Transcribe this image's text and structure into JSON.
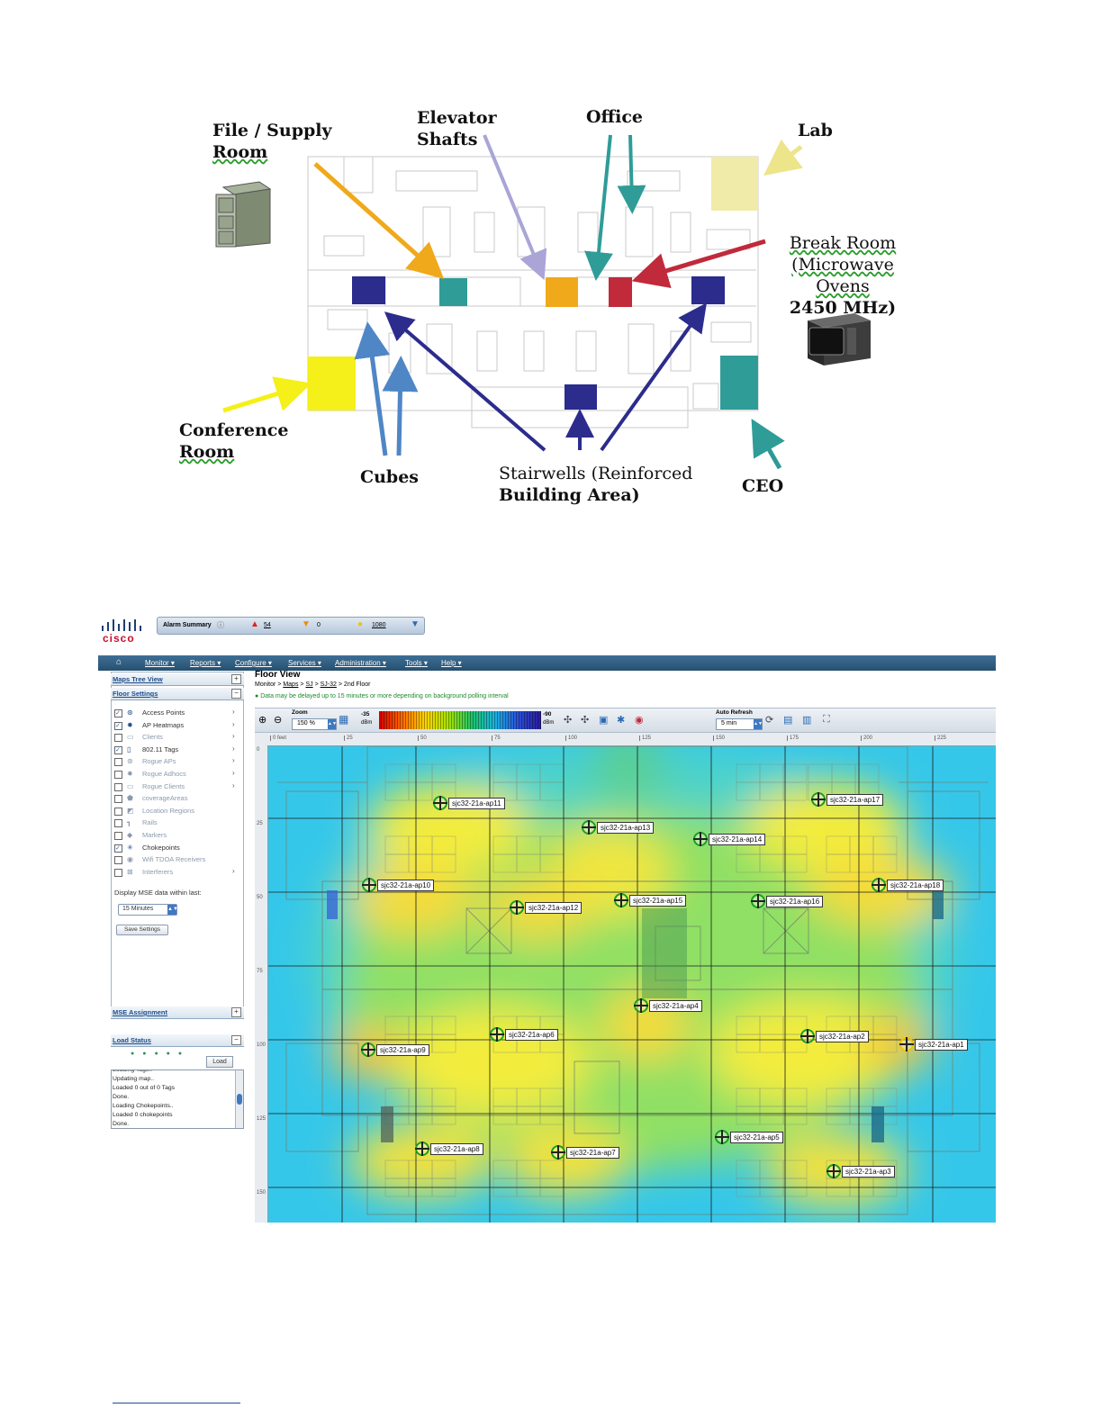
{
  "figure1": {
    "labels": {
      "file_supply": [
        "File / Supply",
        "Room"
      ],
      "elevator": [
        "Elevator",
        "Shafts"
      ],
      "office": "Office",
      "lab": "Lab",
      "break_room": [
        "Break Room",
        "(Microwave Ovens",
        "2450 MHz)"
      ],
      "conference": [
        "Conference",
        "Room"
      ],
      "cubes": "Cubes",
      "stairwells": [
        "Stairwells (Reinforced",
        "Building Area)"
      ],
      "ceo": "CEO"
    },
    "colors": {
      "file_arrow": "#f0a91a",
      "elevator_arrow": "#a9a5d6",
      "office_arrow": "#2f9c98",
      "lab_arrow": "#ece58a",
      "break_arrow": "#c02a3b",
      "conference_arrow": "#f5ef1a",
      "cubes_arrow": "#4f86c6",
      "stair_arrow": "#2b2c8c",
      "ceo_arrow": "#2e9a96",
      "stair_room": "#2b2c8c",
      "teal_room": "#2f9c98",
      "yellow_room": "#f5ef1a",
      "lab_room": "#f0eba8",
      "orange_room": "#f0a91a",
      "red_room": "#c02a3b"
    }
  },
  "figure2": {
    "brand": "cisco",
    "alarm": {
      "title": "Alarm Summary",
      "critical": "54",
      "major": "0",
      "minor": "1080"
    },
    "menu": [
      "Monitor",
      "Reports",
      "Configure",
      "Services",
      "Administration",
      "Tools",
      "Help"
    ],
    "left_panel": {
      "tree_view": "Maps Tree View",
      "floor_settings": "Floor Settings",
      "items": [
        {
          "label": "Access Points",
          "checked": true,
          "arrow": true,
          "icon": "access-point-icon"
        },
        {
          "label": "AP Heatmaps",
          "checked": true,
          "arrow": true,
          "icon": "heatmap-icon"
        },
        {
          "label": "Clients",
          "checked": false,
          "arrow": true,
          "icon": "client-icon"
        },
        {
          "label": "802.11 Tags",
          "checked": true,
          "arrow": true,
          "icon": "tag-icon"
        },
        {
          "label": "Rogue APs",
          "checked": false,
          "arrow": true,
          "icon": "rogue-ap-icon"
        },
        {
          "label": "Rogue Adhocs",
          "checked": false,
          "arrow": true,
          "icon": "rogue-adhoc-icon"
        },
        {
          "label": "Rogue Clients",
          "checked": false,
          "arrow": true,
          "icon": "rogue-client-icon"
        },
        {
          "label": "coverageAreas",
          "checked": false,
          "arrow": false,
          "icon": "coverage-area-icon"
        },
        {
          "label": "Location Regions",
          "checked": false,
          "arrow": false,
          "icon": "location-region-icon"
        },
        {
          "label": "Rails",
          "checked": false,
          "arrow": false,
          "icon": "rail-icon"
        },
        {
          "label": "Markers",
          "checked": false,
          "arrow": false,
          "icon": "marker-icon"
        },
        {
          "label": "Chokepoints",
          "checked": true,
          "arrow": false,
          "icon": "chokepoint-icon"
        },
        {
          "label": "Wifi TDOA Receivers",
          "checked": false,
          "arrow": false,
          "icon": "tdoa-receiver-icon"
        },
        {
          "label": "Interferers",
          "checked": false,
          "arrow": true,
          "icon": "interferer-icon"
        }
      ],
      "display_mse": "Display MSE data within last:",
      "mse_select": "15 Minutes",
      "save_settings": "Save Settings",
      "mse_assignment": "MSE Assignment",
      "load_status": "Load Status",
      "load_button": "Load",
      "log_lines": [
        "Loading Tags..",
        "Updating map..",
        "Loaded 0 out of 0 Tags",
        "Done.",
        "Loading Chokepoints..",
        "Loaded 0 chokepoints",
        "Done."
      ]
    },
    "floor": {
      "title": "Floor View",
      "breadcrumb": {
        "prefix": "Monitor >",
        "maps": "Maps",
        "sep1": ">",
        "sj": "SJ",
        "sep2": ">",
        "sj32": "SJ-32",
        "sep3": ">",
        "current": "2nd Floor"
      },
      "notice": "Data may be delayed up to 15 minutes or more depending on background polling interval",
      "zoom_label": "Zoom",
      "zoom_value": "150 %",
      "scale_min": "-35",
      "scale_max": "-90",
      "scale_unit": "dBm",
      "auto_refresh_label": "Auto Refresh",
      "auto_refresh_value": "5 min",
      "ruler_x": [
        "0 feet",
        "25",
        "50",
        "75",
        "100",
        "125",
        "150",
        "175",
        "200",
        "225"
      ],
      "ruler_y": [
        "0",
        "25",
        "50",
        "75",
        "100",
        "125",
        "150"
      ],
      "aps": [
        {
          "name": "sjc32-21a-ap11"
        },
        {
          "name": "sjc32-21a-ap17"
        },
        {
          "name": "sjc32-21a-ap13"
        },
        {
          "name": "sjc32-21a-ap14"
        },
        {
          "name": "sjc32-21a-ap10"
        },
        {
          "name": "sjc32-21a-ap18"
        },
        {
          "name": "sjc32-21a-ap12"
        },
        {
          "name": "sjc32-21a-ap15"
        },
        {
          "name": "sjc32-21a-ap16"
        },
        {
          "name": "sjc32-21a-ap4"
        },
        {
          "name": "sjc32-21a-ap6"
        },
        {
          "name": "sjc32-21a-ap2"
        },
        {
          "name": "sjc32-21a-ap1"
        },
        {
          "name": "sjc32-21a-ap9"
        },
        {
          "name": "sjc32-21a-ap5"
        },
        {
          "name": "sjc32-21a-ap8"
        },
        {
          "name": "sjc32-21a-ap7"
        },
        {
          "name": "sjc32-21a-ap3"
        }
      ]
    }
  }
}
